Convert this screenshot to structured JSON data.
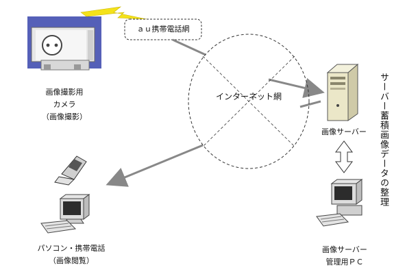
{
  "network": {
    "carrier_label": "ａｕ携帯電話網",
    "internet_label": "インターネット網"
  },
  "camera": {
    "line1": "画像撮影用",
    "line2": "カメラ",
    "line3": "（画像撮影）"
  },
  "mobile_pc": {
    "line1": "パソコン・携帯電話",
    "line2": "（画像閲覧）"
  },
  "server": {
    "label": "画像サーバー"
  },
  "admin_pc": {
    "line1": "画像サーバー",
    "line2": "管理用ＰＣ"
  },
  "side_note": "サーバー蓄積画像データの整理",
  "colors": {
    "arrow": "#888888",
    "lightning": "#f4e21a",
    "camera_bg": "#5560b8"
  }
}
